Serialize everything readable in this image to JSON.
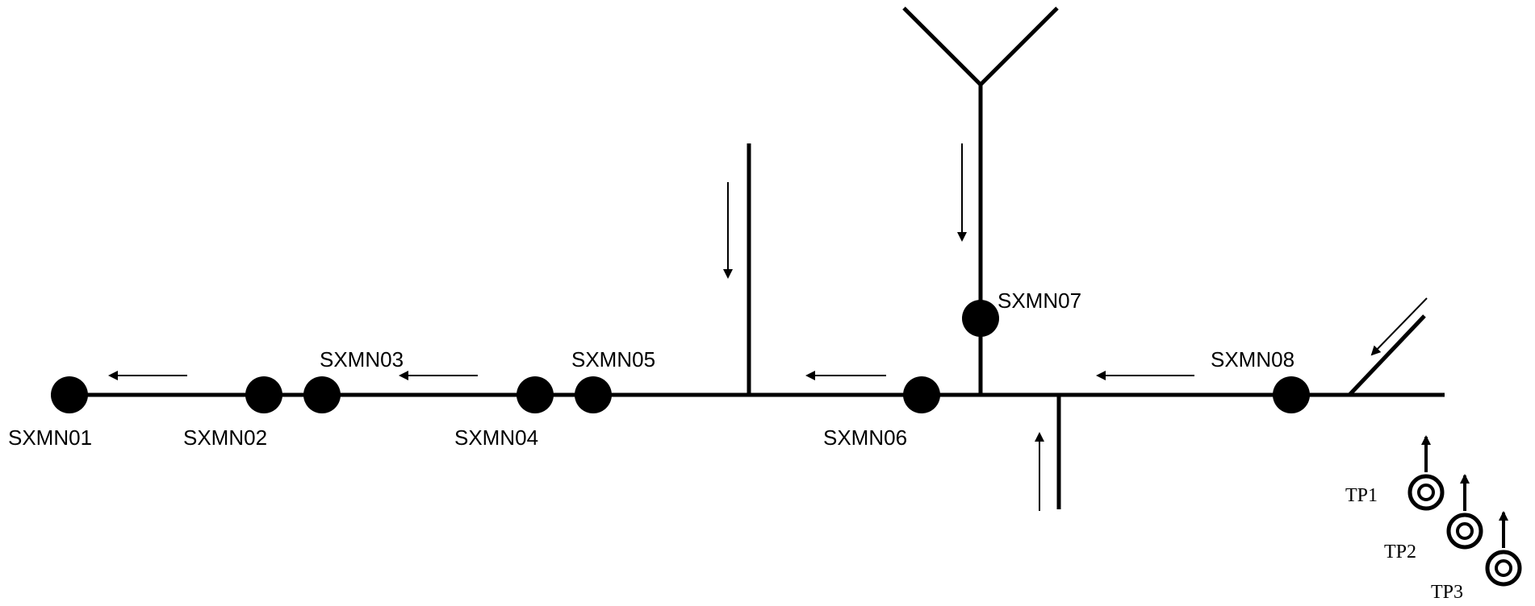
{
  "diagram": {
    "stations": [
      {
        "id": "SXMN01",
        "label": "SXMN01"
      },
      {
        "id": "SXMN02",
        "label": "SXMN02"
      },
      {
        "id": "SXMN03",
        "label": "SXMN03"
      },
      {
        "id": "SXMN04",
        "label": "SXMN04"
      },
      {
        "id": "SXMN05",
        "label": "SXMN05"
      },
      {
        "id": "SXMN06",
        "label": "SXMN06"
      },
      {
        "id": "SXMN07",
        "label": "SXMN07"
      },
      {
        "id": "SXMN08",
        "label": "SXMN08"
      }
    ],
    "test_points": [
      {
        "id": "TP1",
        "label": "TP1"
      },
      {
        "id": "TP2",
        "label": "TP2"
      },
      {
        "id": "TP3",
        "label": "TP3"
      }
    ],
    "colors": {
      "ink": "#000000",
      "background": "#ffffff"
    }
  }
}
